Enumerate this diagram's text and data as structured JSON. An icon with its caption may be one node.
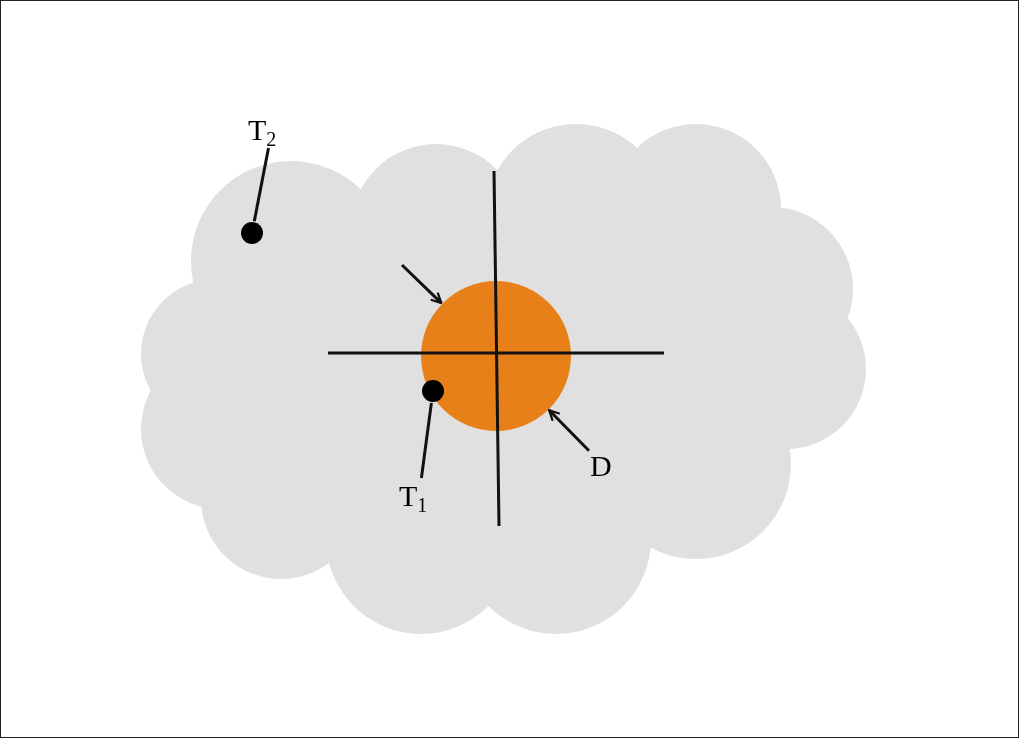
{
  "diagram": {
    "nodes": [
      {
        "text": [],
        "shape": "cloud"
      },
      {
        "text": [],
        "shape": "circle",
        "in": 0
      },
      {
        "text": [],
        "shape": "circle",
        "in": 0
      },
      {
        "text": [],
        "shape": "circle",
        "in": 2
      },
      {
        "text": [
          "T$_{2}$"
        ]
      },
      {
        "text": [
          "D"
        ],
        "in": 0
      },
      {
        "text": [
          "T$_{1}$"
        ],
        "in": 0
      }
    ],
    "edges": [
      {
        "from": 4,
        "to": 1,
        "arrow": "none"
      },
      {
        "from": null,
        "to": 2,
        "arrow": "to"
      },
      {
        "from": 5,
        "to": 2,
        "arrow": "to"
      },
      {
        "from": 6,
        "to": 3,
        "arrow": "none"
      }
    ]
  }
}
